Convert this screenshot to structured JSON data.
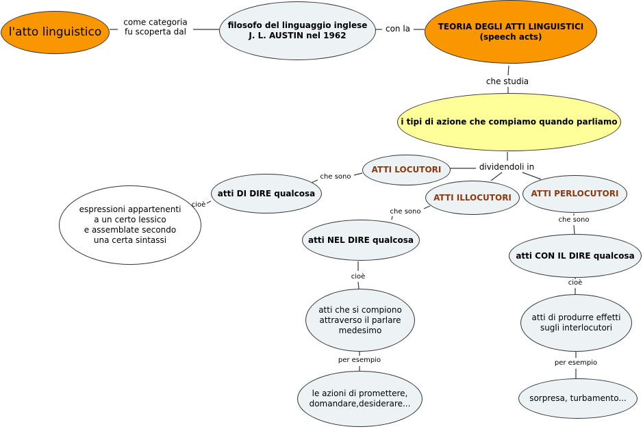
{
  "title": "l'atto linguistico",
  "colors": {
    "root": "#fa9600",
    "focus": "#ffff99",
    "concept": "#edf2f4",
    "accent_text": "#8b3a0f"
  },
  "nodes": {
    "atto": "l'atto linguistico",
    "austin": "filosofo del linguaggio inglese\nJ. L. AUSTIN nel 1962",
    "teoria": "TEORIA DEGLI ATTI LINGUISTICI\n(speech acts)",
    "tipi": "i tipi di azione che compiamo quando parliamo",
    "locutori": "ATTI LOCUTORI",
    "illocutori": "ATTI ILLOCUTORI",
    "perlocutori": "ATTI PERLOCUTORI",
    "di_dire": "atti DI DIRE qualcosa",
    "espressioni": "espressioni appartenenti\na un certo lessico\ne assemblate secondo\nuna certa sintassi",
    "nel_dire": "atti NEL DIRE qualcosa",
    "compiono": "atti che si compiono\nattraverso il parlare\nmedesimo",
    "azioni": "le azioni di promettere,\ndomandare,desiderare...",
    "con_il_dire": "atti CON IL DIRE qualcosa",
    "effetti": "atti di produrre effetti\nsugli interlocutori",
    "sorpresa": "sorpresa, turbamento..."
  },
  "links": {
    "categoria": "come categoria\nfu scoperta dal",
    "con_la": "con la",
    "che_studia": "che studia",
    "dividendoli": "dividendoli in",
    "che_sono_1": "che sono",
    "cioe_1": "cioè",
    "che_sono_2": "che sono",
    "cioe_2": "cioè",
    "per_esempio_1": "per esempio",
    "che_sono_3": "che sono",
    "cioe_3": "cioè",
    "per_esempio_2": "per esempio"
  }
}
